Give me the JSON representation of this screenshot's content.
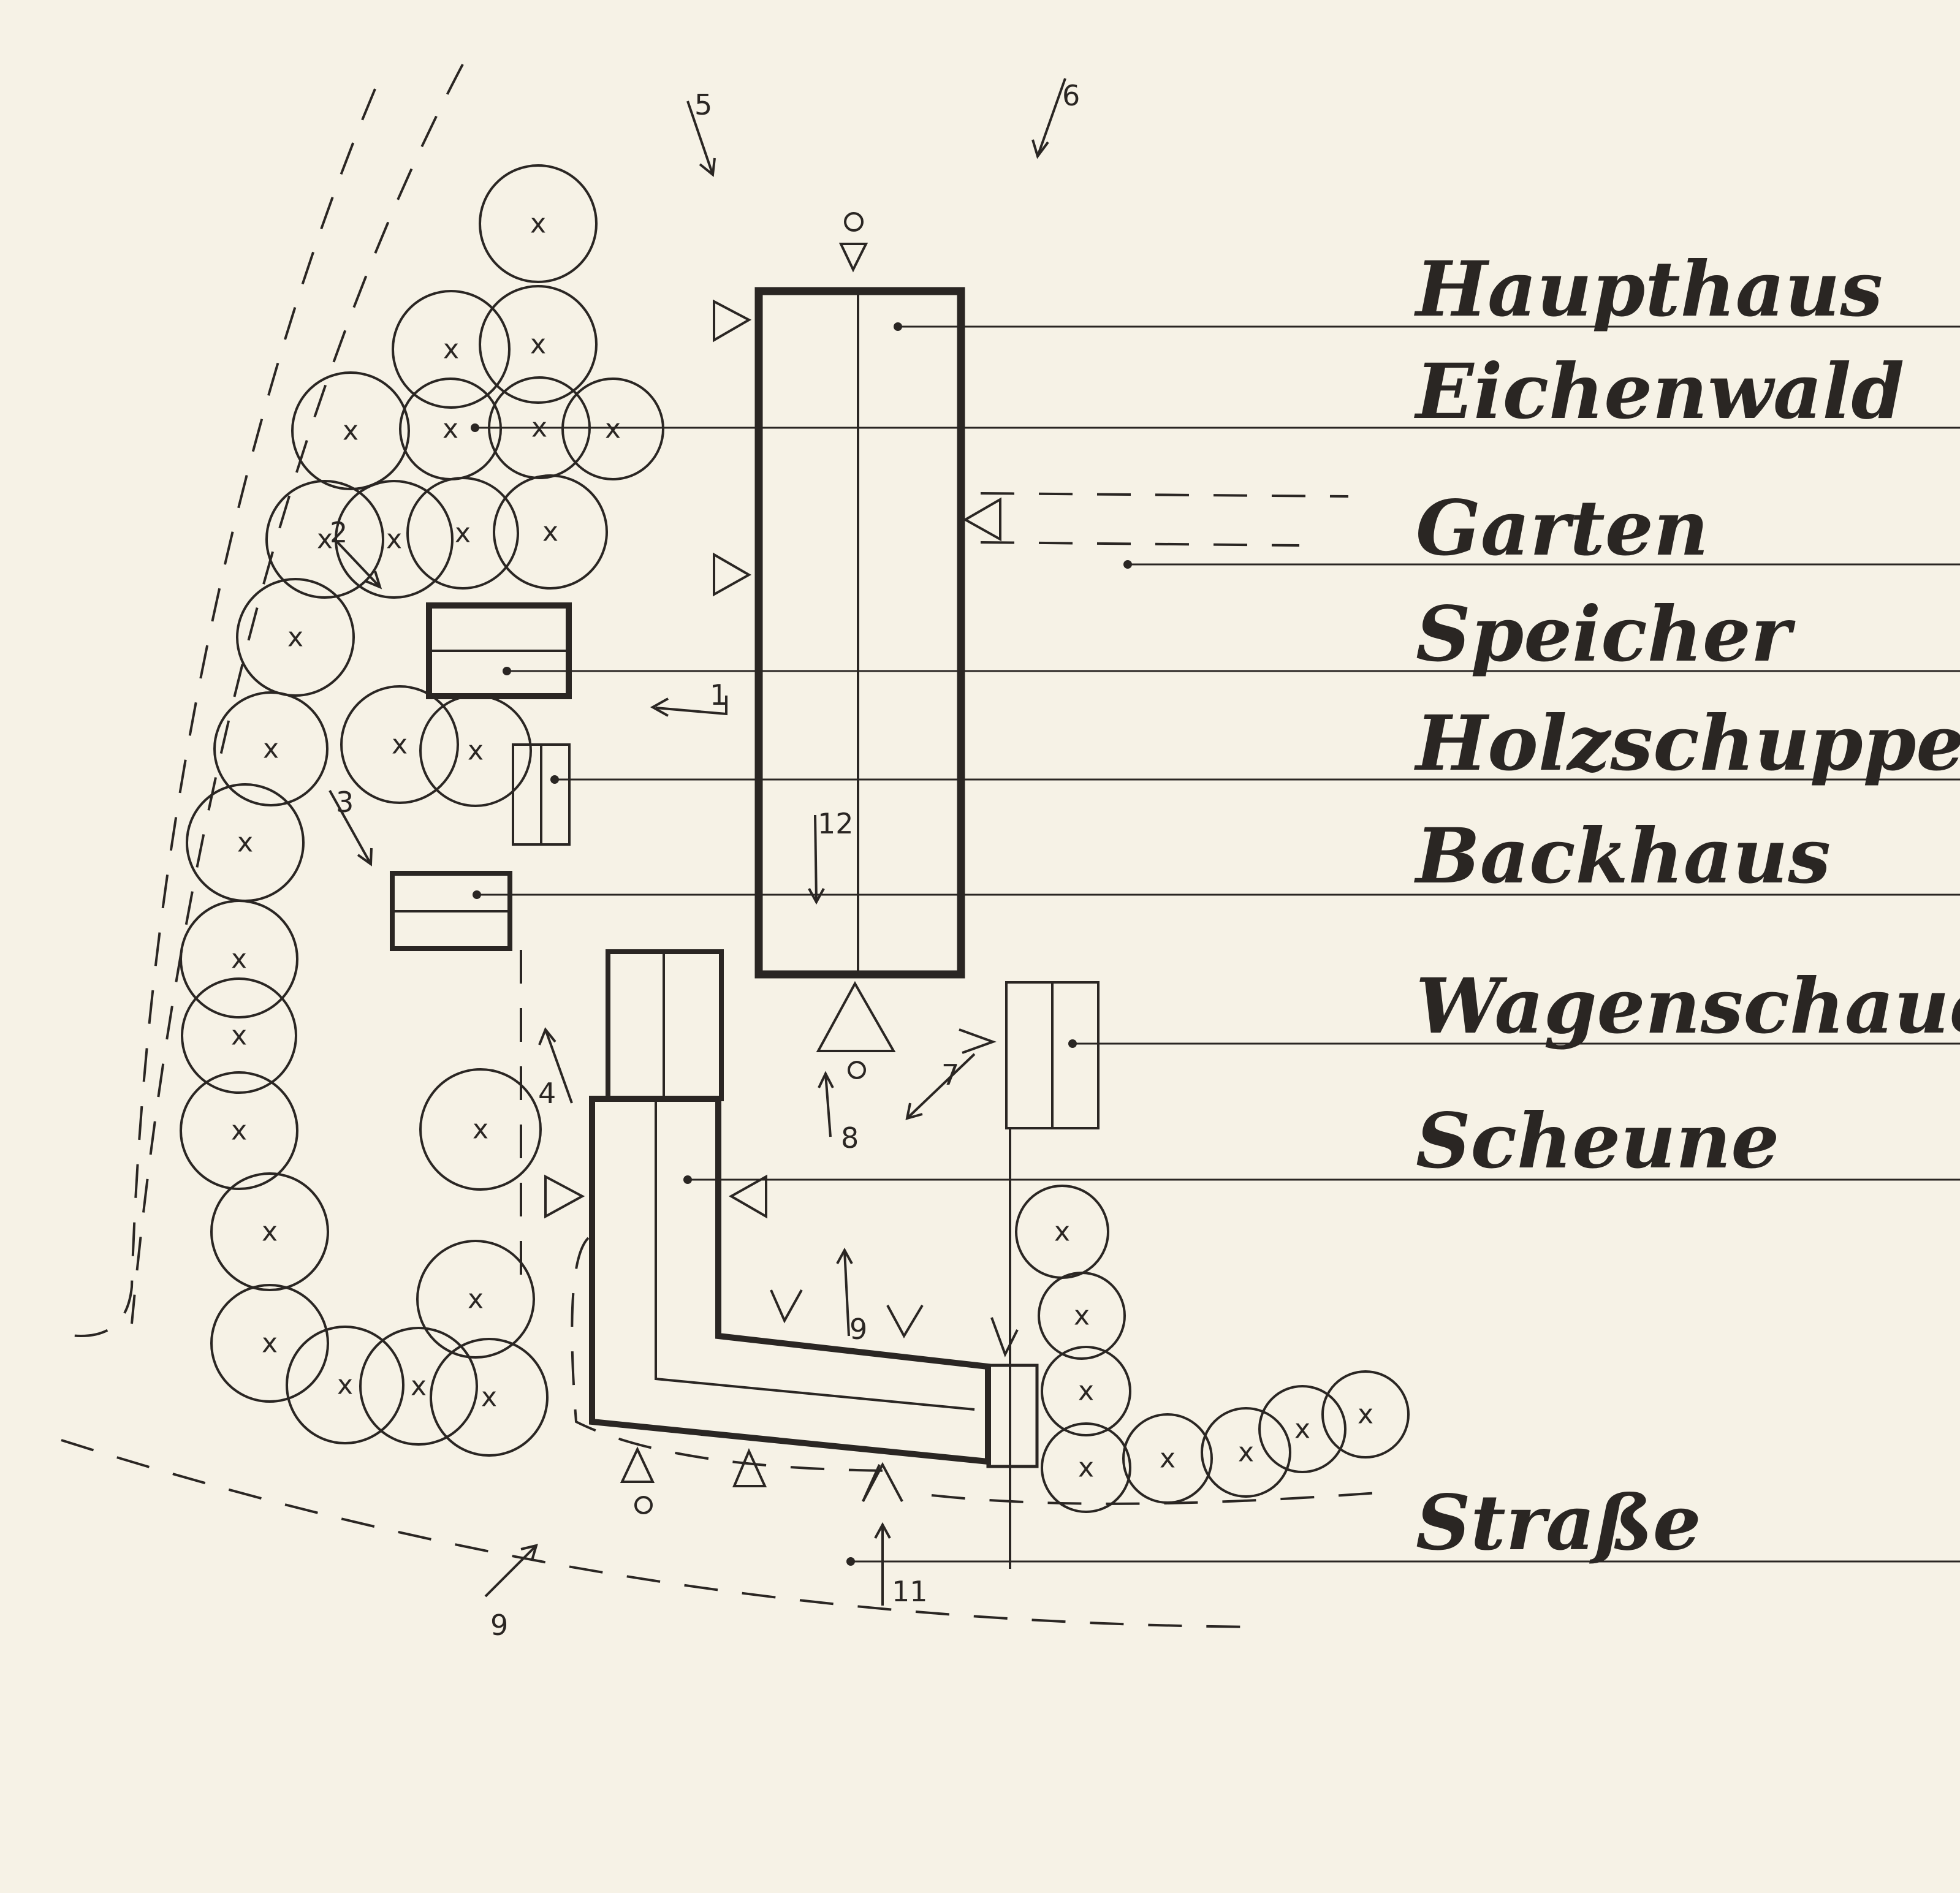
{
  "legend": {
    "items": [
      {
        "key": "haupthaus",
        "label": "Haupthaus"
      },
      {
        "key": "eichenwald",
        "label": "Eichenwald"
      },
      {
        "key": "garten",
        "label": "Garten"
      },
      {
        "key": "speicher",
        "label": "Speicher"
      },
      {
        "key": "holzschuppen",
        "label": "Holzschuppen"
      },
      {
        "key": "backhaus",
        "label": "Backhaus"
      },
      {
        "key": "wagenschauer",
        "label": "Wagenschauer"
      },
      {
        "key": "scheune",
        "label": "Scheune"
      },
      {
        "key": "strasse",
        "label": "Straße"
      }
    ]
  },
  "viewpoints": [
    "1",
    "2",
    "3",
    "4",
    "5",
    "6",
    "7",
    "8",
    "9",
    "9",
    "11",
    "12"
  ],
  "tree_mark": "x",
  "entrance_mark": "o",
  "colors": {
    "ink": "#2a2623",
    "paper": "#f6f2e6"
  }
}
